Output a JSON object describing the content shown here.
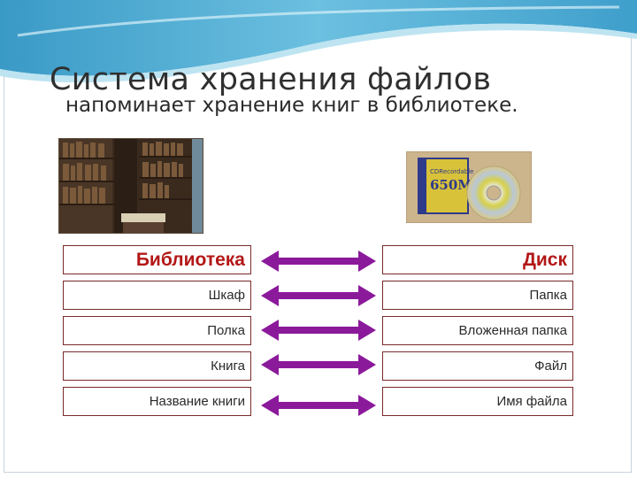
{
  "title": "Система хранения файлов",
  "subtitle": "напоминает хранение книг в библиотеке.",
  "disc_label": {
    "line1": "CDRecordable",
    "line2": "650MB"
  },
  "colors": {
    "header_text": "#b31717",
    "arrow": "#8b1a9b",
    "box_border": "#7a2a2a",
    "wave": "#5aaed0"
  },
  "table": {
    "header": {
      "left": "Библиотека",
      "right": "Диск"
    },
    "rows": [
      {
        "left": "Шкаф",
        "right": "Папка"
      },
      {
        "left": "Полка",
        "right": "Вложенная папка"
      },
      {
        "left": "Книга",
        "right": "Файл"
      },
      {
        "left": "Название книги",
        "right": "Имя файла"
      }
    ]
  }
}
